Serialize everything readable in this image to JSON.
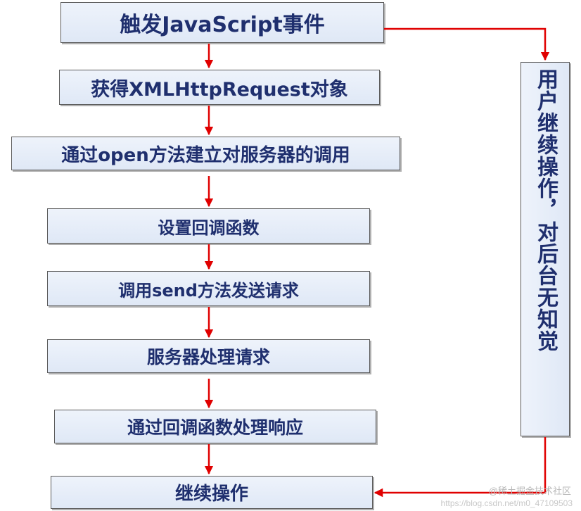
{
  "steps": [
    {
      "id": "s1",
      "label": "触发JavaScript事件"
    },
    {
      "id": "s2",
      "label": "获得XMLHttpRequest对象"
    },
    {
      "id": "s3",
      "label": "通过open方法建立对服务器的调用"
    },
    {
      "id": "s4",
      "label": "设置回调函数"
    },
    {
      "id": "s5",
      "label": "调用send方法发送请求"
    },
    {
      "id": "s6",
      "label": "服务器处理请求"
    },
    {
      "id": "s7",
      "label": "通过回调函数处理响应"
    },
    {
      "id": "s8",
      "label": "继续操作"
    }
  ],
  "side_box": {
    "label": "用户继续操作，对后台无知觉"
  },
  "watermark": {
    "brand": "@稀土掘金技术社区",
    "url": "https://blog.csdn.net/m0_47109503"
  },
  "colors": {
    "box_text": "#1f2f6e",
    "arrow": "#e00000",
    "box_fill": "#e6edf8"
  }
}
